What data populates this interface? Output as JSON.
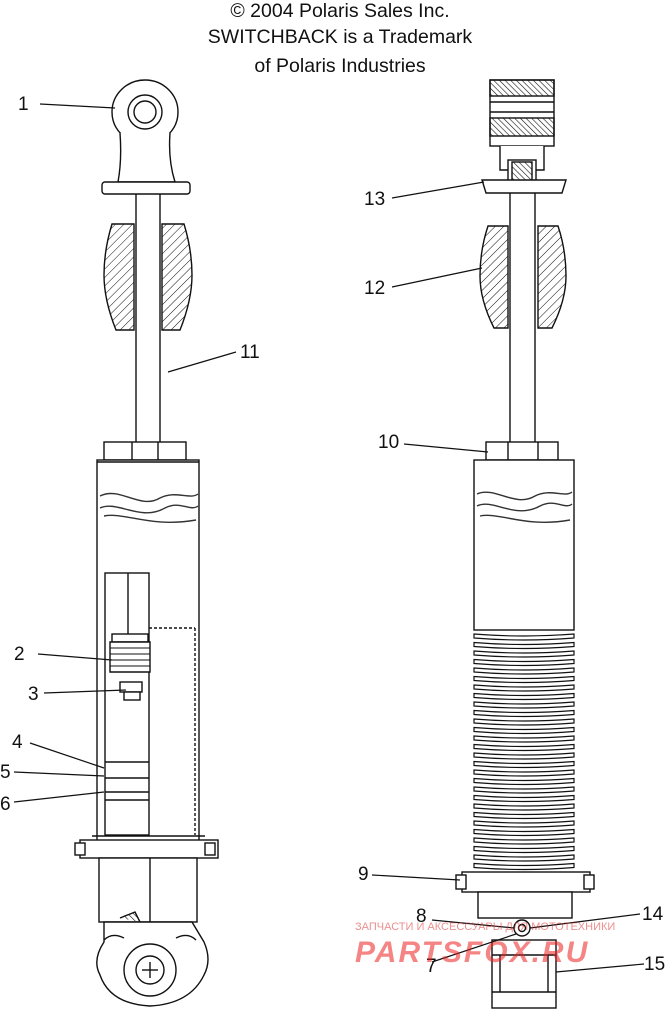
{
  "header": {
    "line1": "© 2004 Polaris Sales Inc.",
    "line2": "SWITCHBACK is a Trademark",
    "line3": "of Polaris Industries"
  },
  "callouts": {
    "c1": "1",
    "c2": "2",
    "c3": "3",
    "c4": "4",
    "c5": "5",
    "c6": "6",
    "c7": "7",
    "c8": "8",
    "c9": "9",
    "c10": "10",
    "c11": "11",
    "c12": "12",
    "c13": "13",
    "c14": "14",
    "c15": "15"
  },
  "watermark": {
    "top": "ЗАПЧАСТИ И АКСЕССУАРЫ ДЛЯ МОТОТЕХНИКИ",
    "brand": "PARTSFOX.RU"
  }
}
